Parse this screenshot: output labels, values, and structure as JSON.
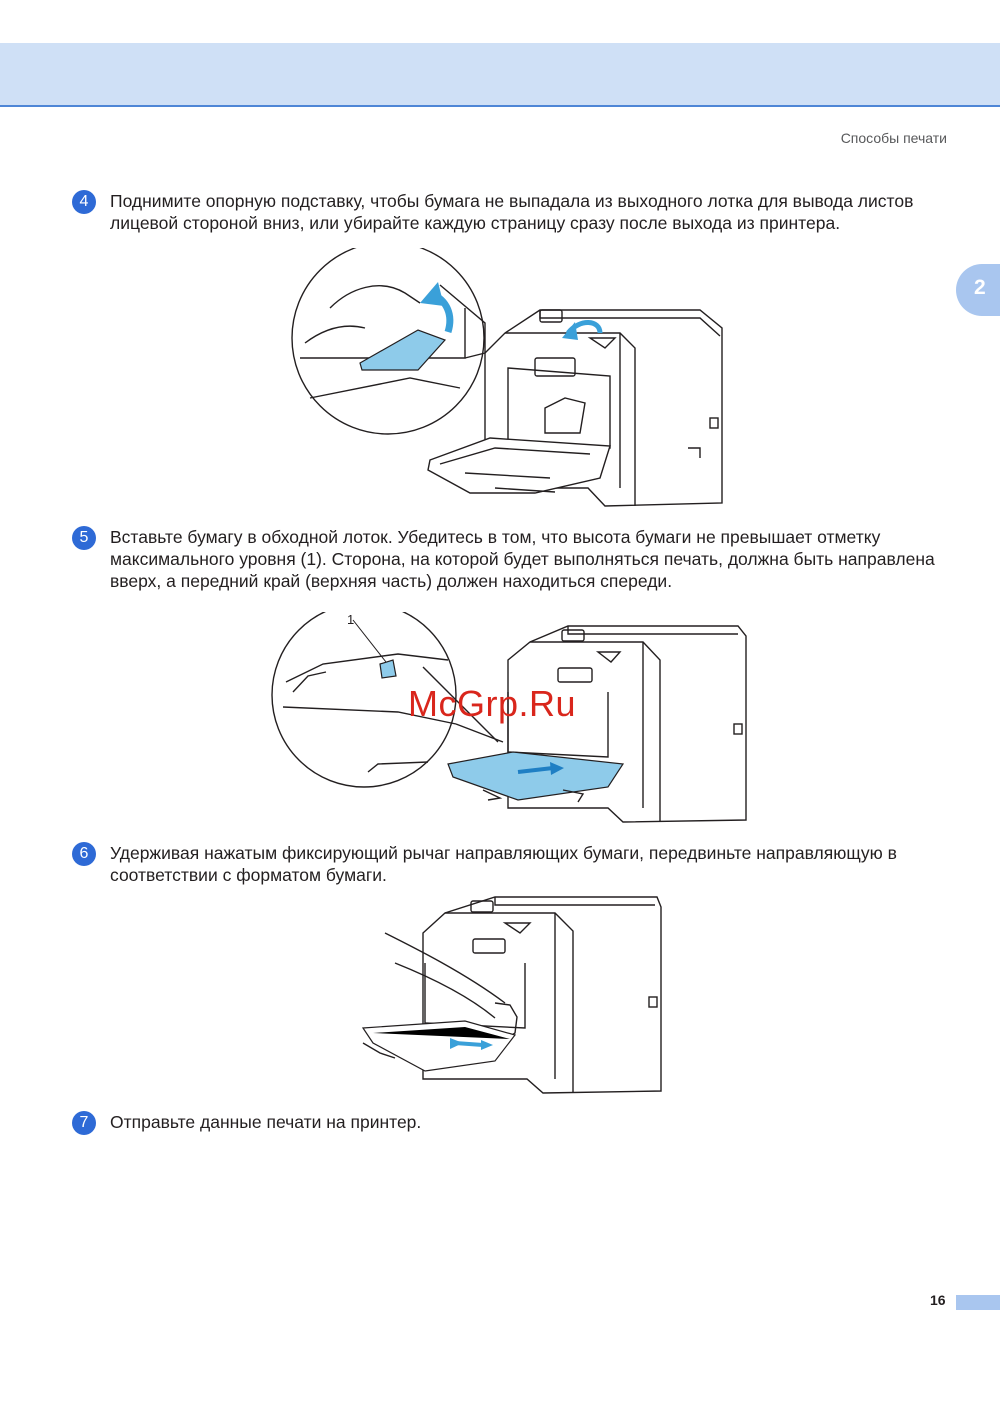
{
  "header": {
    "section_title": "Способы печати",
    "chapter_number": "2"
  },
  "steps": [
    {
      "number": "4",
      "text": "Поднимите опорную подставку, чтобы бумага не выпадала из выходного лотка для вывода листов лицевой стороной вниз, или убирайте каждую страницу сразу после выхода из принтера."
    },
    {
      "number": "5",
      "text": "Вставьте бумагу в обходной лоток. Убедитесь в том, что высота бумаги не превышает отметку максимального уровня (1). Сторона, на которой будет выполняться печать, должна быть направлена вверх, а передний край (верхняя часть) должен находиться спереди."
    },
    {
      "number": "6",
      "text": "Удерживая нажатым фиксирующий рычаг направляющих бумаги, передвиньте направляющую в соответствии с форматом бумаги."
    },
    {
      "number": "7",
      "text": "Отправьте данные печати на принтер."
    }
  ],
  "figures": {
    "figure2_callout": "1"
  },
  "watermark": "McGrp.Ru",
  "footer": {
    "page_number": "16"
  },
  "colors": {
    "header_band": "#cfe0f6",
    "header_rule": "#4e86d6",
    "step_badge": "#2e6ad6",
    "tab": "#a9c6ef",
    "highlight_blue": "#8ecbea",
    "arrow_blue": "#3aa0d9",
    "watermark": "#d9261c"
  }
}
